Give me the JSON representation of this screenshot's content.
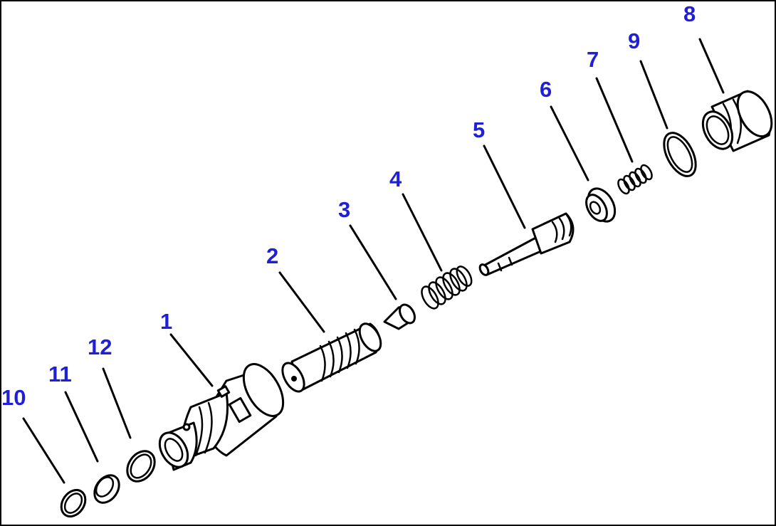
{
  "callouts": [
    {
      "id": "1",
      "text": "1"
    },
    {
      "id": "2",
      "text": "2"
    },
    {
      "id": "3",
      "text": "3"
    },
    {
      "id": "4",
      "text": "4"
    },
    {
      "id": "5",
      "text": "5"
    },
    {
      "id": "6",
      "text": "6"
    },
    {
      "id": "7",
      "text": "7"
    },
    {
      "id": "8",
      "text": "8"
    },
    {
      "id": "9",
      "text": "9"
    },
    {
      "id": "10",
      "text": "10"
    },
    {
      "id": "11",
      "text": "11"
    },
    {
      "id": "12",
      "text": "12"
    }
  ],
  "colors": {
    "callout": "#1f1fd8",
    "line": "#000000",
    "background": "#ffffff"
  }
}
